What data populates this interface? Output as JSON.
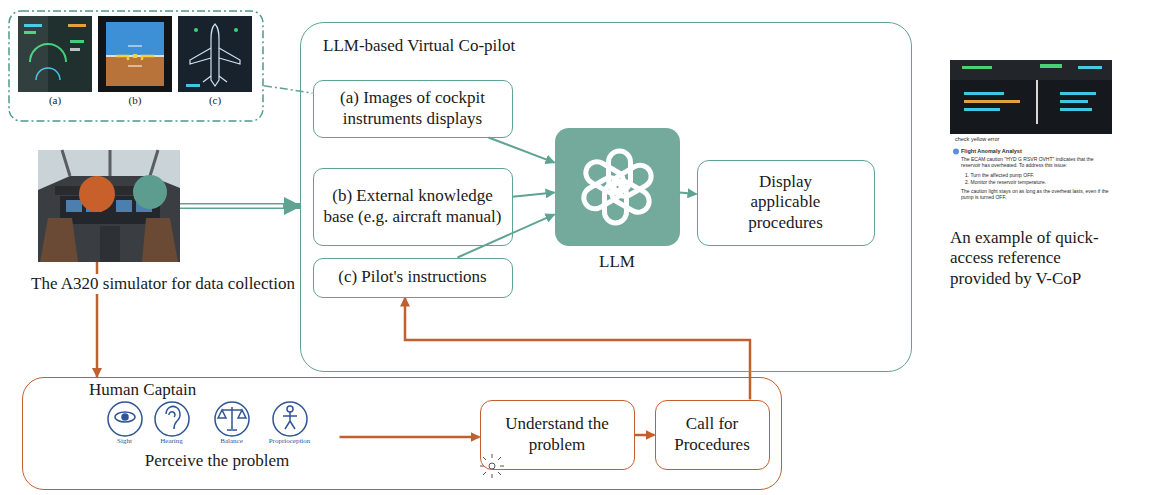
{
  "diagram": {
    "nodes": [
      {
        "text": [
          "(a)",
          "(b)",
          "(c)"
        ]
      },
      {
        "text": [
          "LLM-based Virtual Co-pilot"
        ]
      },
      {
        "text": [
          "(a) Images of cockpit instruments displays"
        ],
        "in": 1
      },
      {
        "text": [
          "(b) External knowledge base (e.g. aircraft manual)"
        ],
        "in": 1
      },
      {
        "text": [
          "(c) Pilot's instructions"
        ],
        "in": 1
      },
      {
        "text": [
          "LLM"
        ],
        "in": 1
      },
      {
        "text": [
          "Display applicable procedures"
        ],
        "in": 1
      },
      {
        "text": [
          "The A320 simulator for data collection"
        ]
      },
      {
        "text": [
          "Human Captain"
        ]
      },
      {
        "text": [
          "Sight",
          "Hearing",
          "Balance",
          "Proprioception",
          "Perceive the problem"
        ],
        "in": 8
      },
      {
        "text": [
          "Understand the problem"
        ],
        "in": 8
      },
      {
        "text": [
          "Call for Procedures"
        ],
        "in": 8
      }
    ],
    "edges": [
      {
        "from": 0,
        "to": 2,
        "arrow": "none"
      },
      {
        "from": 2,
        "to": 5,
        "arrow": "to"
      },
      {
        "from": 3,
        "to": 5,
        "arrow": "to"
      },
      {
        "from": 4,
        "to": 5,
        "arrow": "to"
      },
      {
        "from": 5,
        "to": 6,
        "arrow": "to"
      },
      {
        "from": 7,
        "to": 1,
        "arrow": "to"
      },
      {
        "from": 7,
        "to": 8,
        "arrow": "to"
      },
      {
        "from": 9,
        "to": 10,
        "arrow": "to"
      },
      {
        "from": 10,
        "to": 11,
        "arrow": "to"
      },
      {
        "from": 11,
        "to": 4,
        "arrow": "to"
      }
    ],
    "labels": [
      "check yellow error",
      "Flight Anomaly Analyst",
      "The ECAM caution \"HYD G RSVR OVHT\" indicates that the reservoir has overheated. To address this issue:",
      "1. Turn the affected pump OFF.",
      "2. Monitor the reservoir temperature.",
      "The caution light stays on as long as the overheat lasts, even if the pump is turned OFF.",
      "An example of quick-access reference provided by V-CoP"
    ]
  }
}
